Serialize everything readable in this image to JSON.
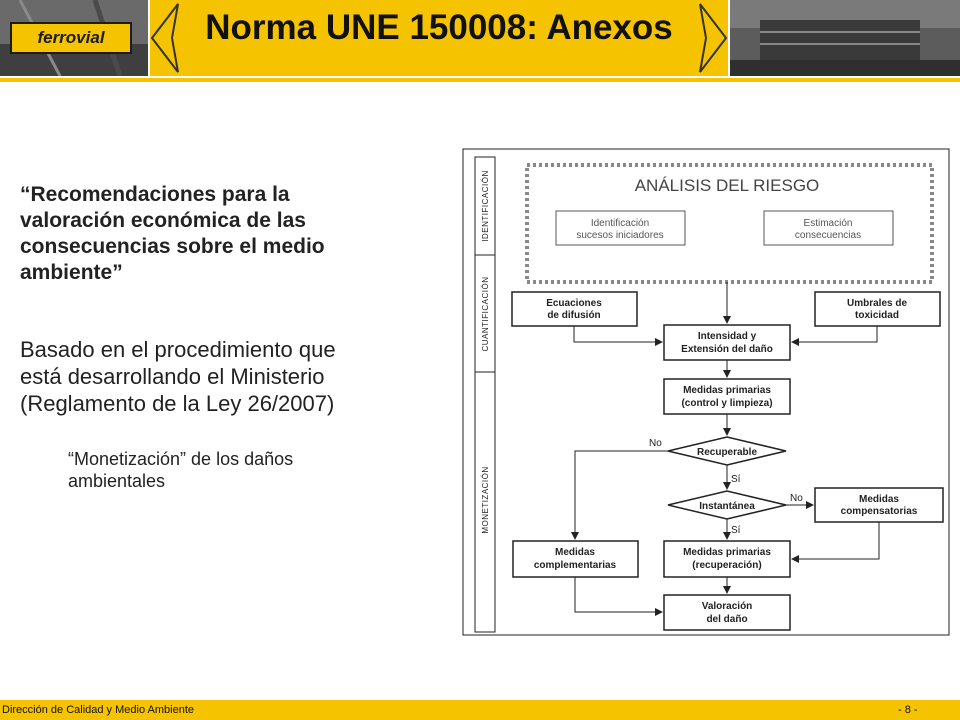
{
  "header": {
    "logo": "ferrovial",
    "title": "Norma UNE 150008: Anexos"
  },
  "content": {
    "quote_lines": [
      "“Recomendaciones para la",
      "valoración económica de las",
      "consecuencias sobre el medio",
      "ambiente”"
    ],
    "paragraph_lines": [
      "Basado en el procedimiento que",
      "está desarrollando el Ministerio",
      "(Reglamento de la Ley 26/2007)"
    ],
    "subpoint_lines": [
      "“Monetización” de los daños",
      "ambientales"
    ]
  },
  "diagram": {
    "phases": [
      "IDENTIFICACIÓN",
      "CUANTIFICACIÓN",
      "MONETIZACIÓN"
    ],
    "analysis_title": "ANÁLISIS DEL RIESGO",
    "boxes": {
      "identificacion": [
        "Identificación",
        "sucesos iniciadores"
      ],
      "estimacion": [
        "Estimación",
        "consecuencias"
      ],
      "ecuaciones": [
        "Ecuaciones",
        "de difusión"
      ],
      "umbrales": [
        "Umbrales de",
        "toxicidad"
      ],
      "intensidad": [
        "Intensidad y",
        "Extensión del daño"
      ],
      "medidas_primarias_control": [
        "Medidas primarias",
        "(control y limpieza)"
      ],
      "medidas_compensatorias": [
        "Medidas",
        "compensatorias"
      ],
      "medidas_complementarias": [
        "Medidas",
        "complementarias"
      ],
      "medidas_primarias_recuperacion": [
        "Medidas primarias",
        "(recuperación)"
      ],
      "valoracion": [
        "Valoración",
        "del daño"
      ]
    },
    "decisions": {
      "recuperable": "Recuperable",
      "instantanea": "Instantánea"
    },
    "labels": {
      "no_recuperable": "No",
      "si_recuperable": "Sí",
      "no_instantanea": "No",
      "si_instantanea": "Sí"
    }
  },
  "footer": {
    "left": "Dirección de Calidad y Medio Ambiente",
    "right": "- 8 -"
  },
  "colors": {
    "accent": "#f5c300",
    "text": "#222222",
    "diagram_line": "#222222"
  }
}
